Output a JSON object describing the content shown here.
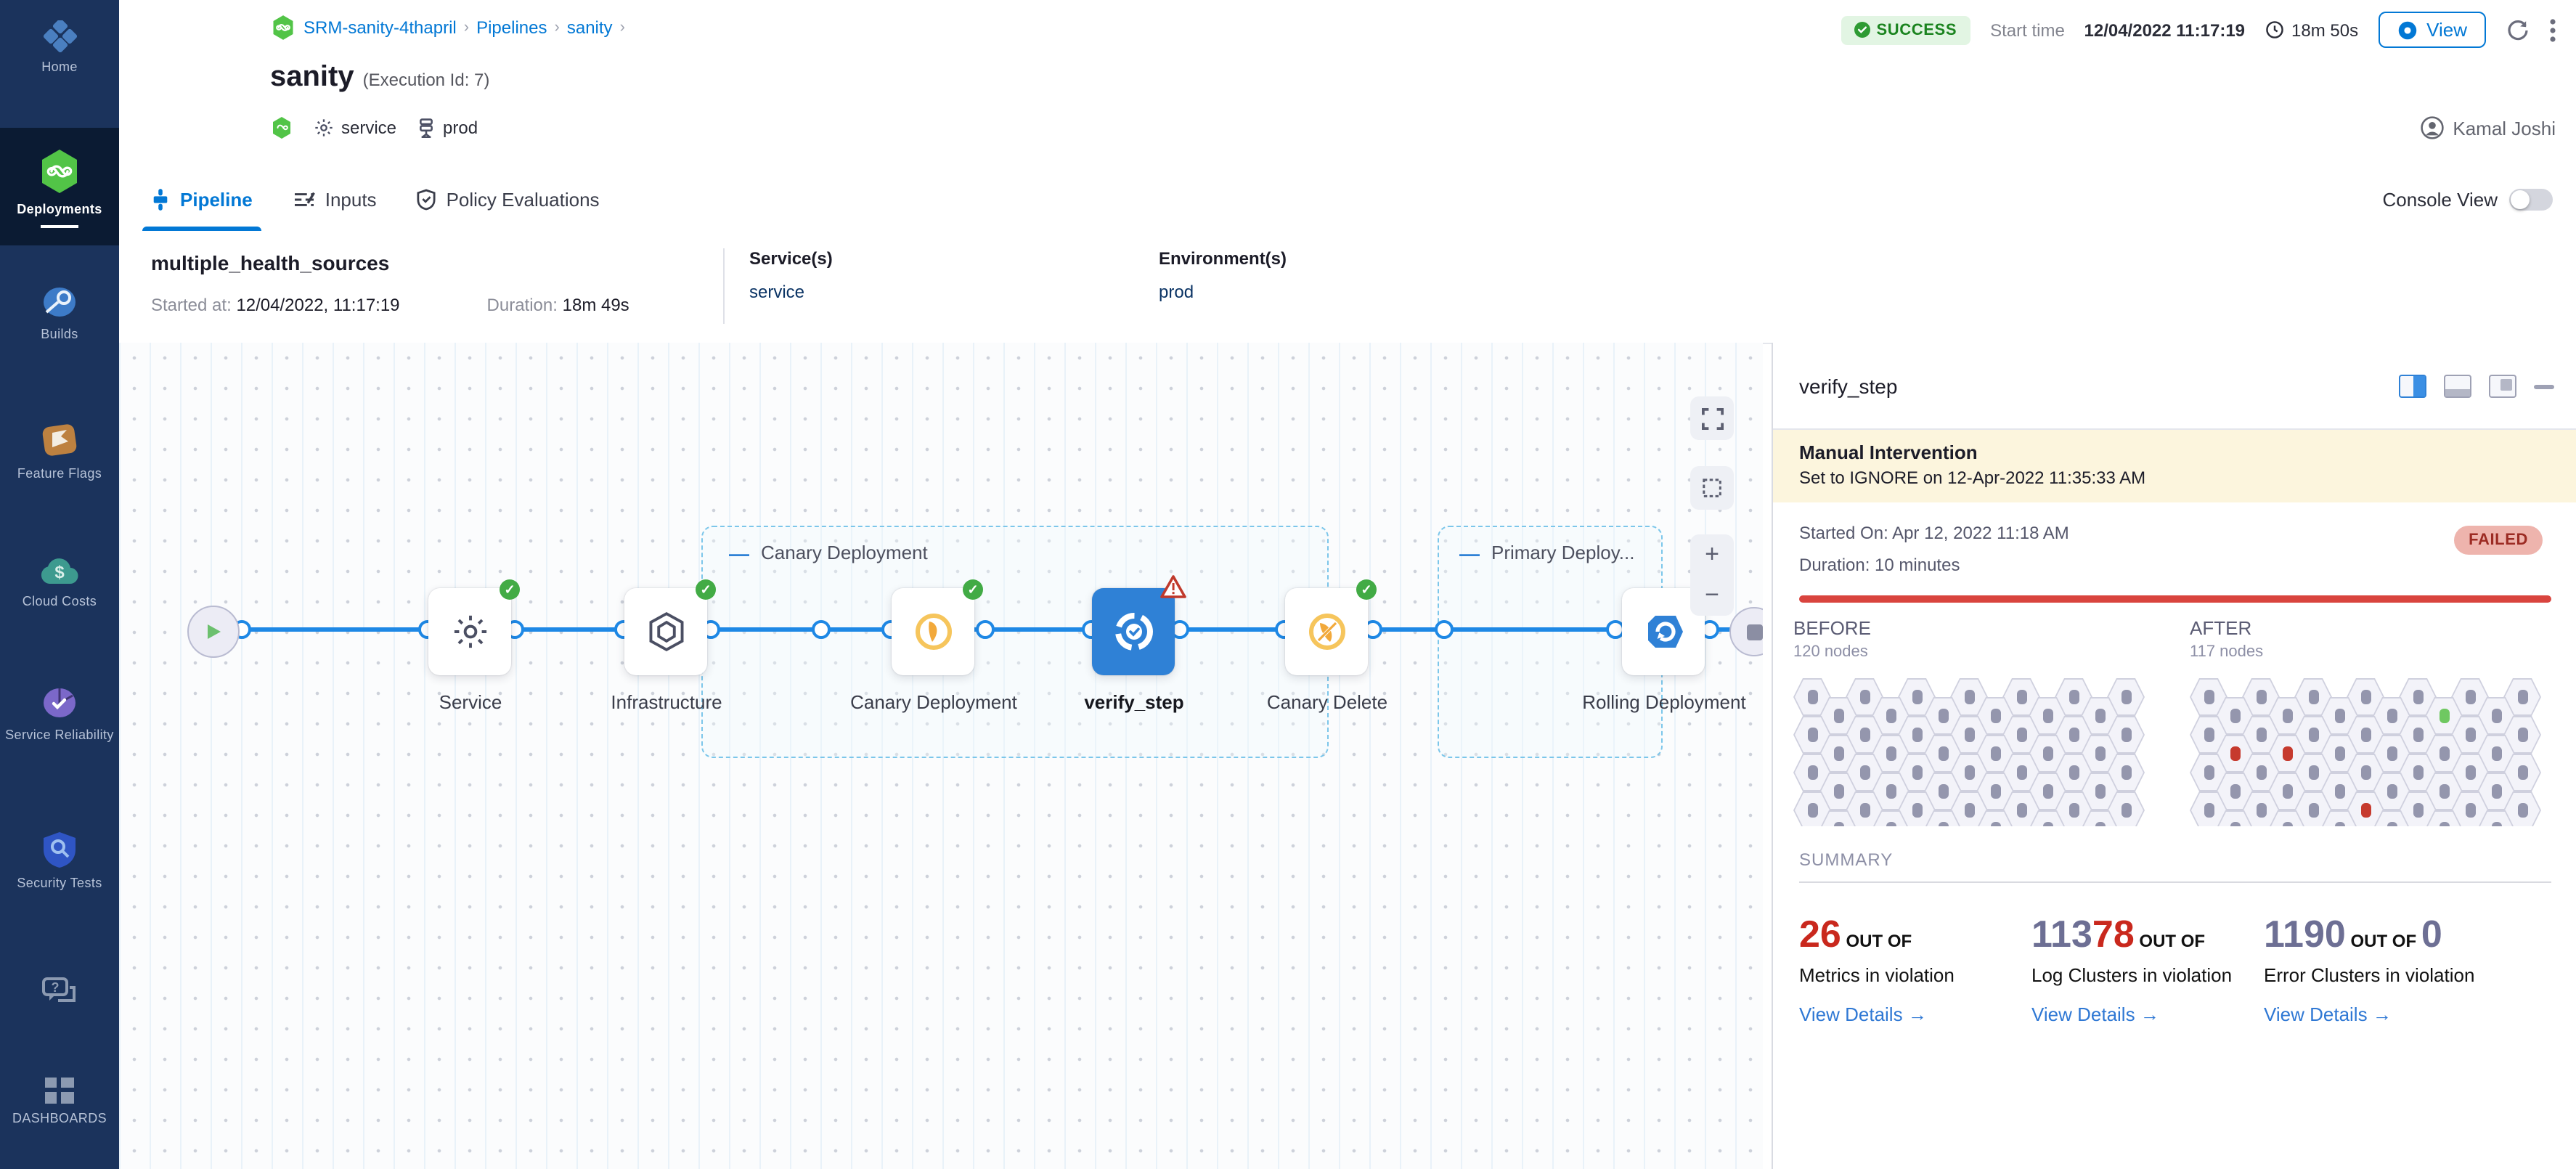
{
  "sidebar": {
    "items": [
      {
        "id": "home",
        "label": "Home"
      },
      {
        "id": "deployments",
        "label": "Deployments"
      },
      {
        "id": "builds",
        "label": "Builds"
      },
      {
        "id": "feature-flags",
        "label": "Feature Flags"
      },
      {
        "id": "cloud-costs",
        "label": "Cloud Costs"
      },
      {
        "id": "service-reliability",
        "label": "Service Reliability"
      },
      {
        "id": "security-tests",
        "label": "Security Tests"
      },
      {
        "id": "help",
        "label": ""
      },
      {
        "id": "dashboards",
        "label": "DASHBOARDS"
      }
    ]
  },
  "header": {
    "breadcrumb": [
      "SRM-sanity-4thapril",
      "Pipelines",
      "sanity"
    ],
    "title": "sanity",
    "execution_id": "(Execution Id: 7)",
    "tags": {
      "service": "service",
      "environment": "prod"
    },
    "status": "SUCCESS",
    "start_time_label": "Start time",
    "start_time": "12/04/2022 11:17:19",
    "duration": "18m 50s",
    "view_label": "View",
    "user": "Kamal Joshi"
  },
  "tabs": {
    "items": [
      "Pipeline",
      "Inputs",
      "Policy Evaluations"
    ],
    "console_view_label": "Console View"
  },
  "stage": {
    "name": "multiple_health_sources",
    "started_label": "Started at:",
    "started": "12/04/2022, 11:17:19",
    "duration_label": "Duration:",
    "duration": "18m 49s",
    "services_label": "Service(s)",
    "service": "service",
    "environments_label": "Environment(s)",
    "environment": "prod"
  },
  "pipeline": {
    "groups": [
      {
        "label": "Canary Deployment"
      },
      {
        "label": "Primary Deploy..."
      }
    ],
    "nodes": [
      {
        "label": "Service",
        "status": "success"
      },
      {
        "label": "Infrastructure",
        "status": "success"
      },
      {
        "label": "Canary Deployment",
        "status": "success"
      },
      {
        "label": "verify_step",
        "status": "warning"
      },
      {
        "label": "Canary Delete",
        "status": "success"
      },
      {
        "label": "Rolling Deployment",
        "status": "success"
      }
    ]
  },
  "panel": {
    "title": "verify_step",
    "banner": {
      "title": "Manual Intervention",
      "subtitle": "Set to IGNORE on 12-Apr-2022 11:35:33 AM"
    },
    "started": "Started On: Apr 12, 2022 11:18 AM",
    "duration": "Duration: 10 minutes",
    "status": "FAILED",
    "before": {
      "label": "BEFORE",
      "nodes": "120 nodes"
    },
    "after": {
      "label": "AFTER",
      "nodes": "117 nodes"
    },
    "summary_label": "SUMMARY",
    "view_details_label": "View Details",
    "stats": [
      {
        "parts": [
          {
            "t": "26",
            "c": "#c9281d"
          }
        ],
        "out": "OUT OF",
        "suffix": "",
        "label": "Metrics in violation"
      },
      {
        "parts": [
          {
            "t": "113",
            "c": "#6d6f94"
          },
          {
            "t": "78",
            "c": "#c9281d"
          }
        ],
        "out": "OUT OF",
        "suffix": "",
        "label": "Log Clusters in violation"
      },
      {
        "parts": [
          {
            "t": "1190",
            "c": "#6d6f94"
          }
        ],
        "out": "OUT OF",
        "suffix": "0",
        "label": "Error Clusters in violation"
      }
    ]
  },
  "node_grids": {
    "rows": [
      7,
      6,
      7,
      6,
      7,
      6,
      7,
      6
    ],
    "before_special": {},
    "after_special": {
      "1-4": "green",
      "3-0": "red",
      "3-1": "red",
      "6-3": "red"
    }
  },
  "colors": {
    "accent": "#0278d5",
    "success": "#42ab45",
    "failed_text": "#9c2b23",
    "red": "#d9443e"
  }
}
